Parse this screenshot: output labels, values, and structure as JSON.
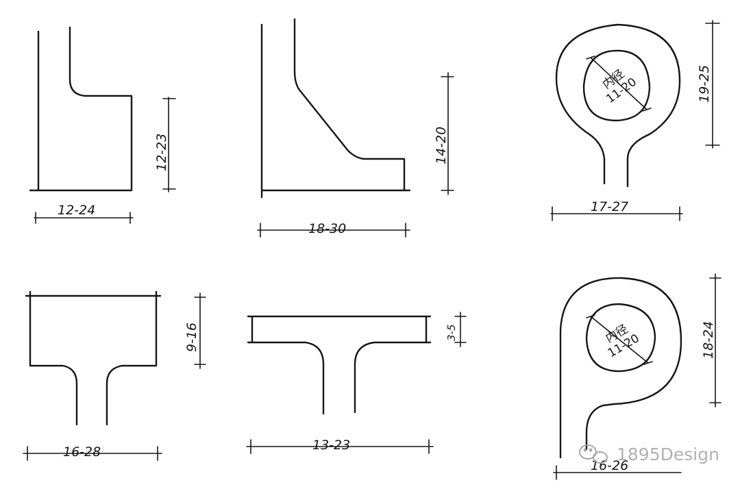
{
  "figures": [
    {
      "id": "l-bracket",
      "width_label": "12-24",
      "height_label": "12-23"
    },
    {
      "id": "chamfer-bracket",
      "width_label": "18-30",
      "height_label": "14-20"
    },
    {
      "id": "round-loop",
      "width_label": "17-27",
      "height_label": "19-25",
      "inner_label_top": "内径",
      "inner_label_bottom": "11-20"
    },
    {
      "id": "t-wide",
      "width_label": "16-28",
      "height_label": "9-16"
    },
    {
      "id": "t-flat",
      "width_label": "13-23",
      "height_label": "3-5"
    },
    {
      "id": "spiral-loop",
      "width_label": "16-26",
      "height_label": "18-24",
      "inner_label_top": "内径",
      "inner_label_bottom": "11-20"
    }
  ],
  "watermark": "1895Design"
}
